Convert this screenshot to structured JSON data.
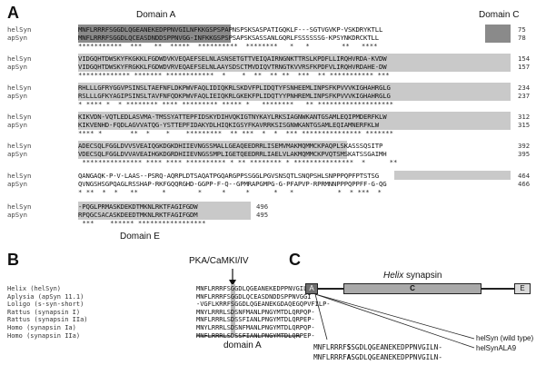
{
  "panels": {
    "a": "A",
    "b": "B",
    "c": "C"
  },
  "panelA": {
    "domainA_label": "Domain A",
    "domainC_label": "Domain C",
    "domainE_label": "Domain E",
    "blocks": [
      {
        "hel": "MNFLRRRFSGGDLQGEANEKEDPPNVGILNFKKGSPSPAPNSPSKSASPATIGQKLF---SGTVGVKP-VSKDRYKTLL",
        "ap": "MNFLRRRFSGGDLQCEASDNDDSPPNVGG-INFKKGSPSPSAPSKSASSANLGQRLFSSSSSSG-KPSYNKDRCKTLL",
        "hel_num": "75",
        "ap_num": "78",
        "stars": "***********  ***   **  *****  **********  ********   *   *        **   ****"
      },
      {
        "hel": "VIDGQHTDWSKYFKGKKLFGDWDVKVEQAEFSELNLASNSETGTTVEIQAIRNGNKTTRSLKPDFLLIRQHVRDA-KVDW",
        "ap": "VIDGQHTDWSKYFRGKKLFGDWDVRVEQAEFSELNLAAYSDSCTMVDIQVTRNGTKVVRSFKPDFVLIRQHVRDAHE-DW",
        "hel_num": "154",
        "ap_num": "157",
        "stars": "************* ******* ************  *    *  **  ** **  ***  ** *********** ***"
      },
      {
        "hel": "RHLLLGFRYGGVPSINSLTAEFNFLDKPWVFAQLIDIQKRLSKDVFPLIDQTYFSNHEEMLINPSFKPVVVKIGHAHRGLG",
        "ap": "RSLLLGFKYAGIPSINSLTAVFNFQDKPWVFAQLIEIQKRLGKEKFPLIDQTYYPNHREMLINPSFKPVVVKIGHAHRGLG",
        "hel_num": "234",
        "ap_num": "237",
        "stars": "* **** *  * ******** **** ********* ***** *   ********   ** *******************"
      },
      {
        "hel": "KIKVDN-VQTLEDLASVMA-TMSSYATTEPFIDSKYDIHVQKIGTNYKAYLRKSIAGNWKANTGSAMLEQIPMDERFKLW",
        "ap": "KIKVENHD-FQDLAGVVATQG-YSTTEPFIDAKYDLHIQKIGSYFKAVRRKSISGNWKANTGSAMLEQIAMNERFKLW",
        "hel_num": "312",
        "ap_num": "315",
        "stars": "**** *       **  *    *    *********  ** ***  *  *  *** *************** *******"
      },
      {
        "hel": "ADECSQLFGGLDVVSVEAIQGKDGKDHIIEVNGSSMALLGEAQEEDRRLISEMVMAKMQMMCKPAQPLSKASSSQSITP",
        "ap": "VDECSQLFGGLDVVAVEAIHGKDGRDHIIEVNGSSMPLIGETQEEDRRLIAELVLAKMQMMCKPVQTSMSKATSSGAIMH",
        "hel_num": "392",
        "ap_num": "395",
        "stars": " *************** **** **** ********** * ** ******** * ***************  *      **"
      },
      {
        "hel": "QANGAQK-P-V-LAAS--PSRQ-AQRPLDTSAQATPGQARGPPSSGGLPGVSNSQTLSNQPSHLSNPPPQPFPTSTSG",
        "ap": "QVNGSHSGPQAGLRSSHAP-RKFGQQRGHD-GGPP-F-Q--GPMRAPGMPG-G-PFAPVP-RPRMNNPPPQPPFF-G-QG",
        "hel_num": "464",
        "ap_num": "466",
        "stars": "* **  *  *   **      *        *     *     *      *   *           *  * ***  *"
      },
      {
        "hel": "-PQGLPRMASKDEKDTMKNLRKTFAGIFGDW",
        "ap": "RPQGCSACASKDEEDTMKNLRKTFAGIFGDM",
        "hel_num": "496",
        "ap_num": "495",
        "stars": " ***    ****** *****************"
      }
    ]
  },
  "panelB": {
    "kinase_label": "PKA/CaMKI/IV",
    "domain_label": "domain A",
    "rows": [
      {
        "name": "Helix (helSyn)",
        "seq": "MNFLRRRFSGGDLQGEANEKEDPPNVGILN-"
      },
      {
        "name": "Aplysia (apSyn 11.1)",
        "seq": "MNFLRRRFSGGDLQCEASDNDDSPPNVGGI"
      },
      {
        "name": "Loligo (s-syn-short)",
        "seq": "-VGFLKRRFSGGDLQGEANEKGDAQEGQPVFILP-"
      },
      {
        "name": "Rattus (synapsin I)",
        "seq": "MNYLRRRLSDSNFMANLPNGYMTDLQRPQP-"
      },
      {
        "name": "Rattus (synapsin IIa)",
        "seq": "MNFLRRRLSDSSFIANLPNGYMTDLQRPEP-"
      },
      {
        "name": "Homo (synapsin Ia)",
        "seq": "MNYLRRRLSDSNFMANLPNGYMTDLQRPQP-"
      },
      {
        "name": "Homo (synapsin IIa)",
        "seq": "MNFLRRRLSDSSFIANLPNGYMTDLQRPEP-"
      }
    ]
  },
  "panelC": {
    "title_italic": "Helix",
    "title_rest": " synapsin",
    "box_a": "A",
    "box_c": "C",
    "box_e": "E",
    "wt_pre": "MNFLRRRF",
    "wt_mark": "S",
    "wt_post": "SGDLQGEANEKEDPPNVGILN-",
    "wt_label": "helSyn (wild type)",
    "mut_pre": "MNFLRRRF",
    "mut_mark": "A",
    "mut_post": "SGDLQGEANEKEDPPNVGILN-",
    "mut_label": "helSynALA9"
  },
  "colors": {
    "domain_dark": "#8a8a8a",
    "domain_light": "#c9c9c9",
    "line": "#222222"
  }
}
